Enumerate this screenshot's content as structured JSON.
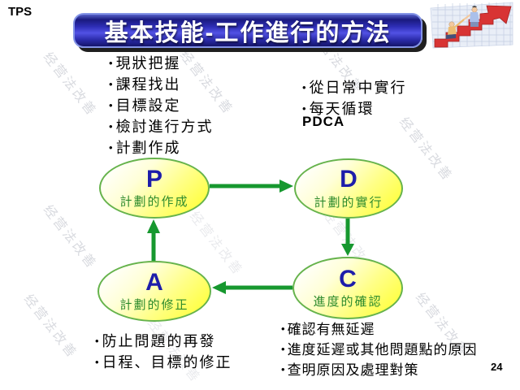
{
  "slide": {
    "corner_label": "TPS",
    "title": "基本技能-工作進行的方法",
    "page_number": "24",
    "watermark_text": "经营法改善",
    "bullet_char": "•",
    "pdca_note": "PDCA"
  },
  "lists": {
    "plan_top": [
      "現狀把握",
      "課程找出",
      "目標設定",
      "檢討進行方式",
      "計劃作成"
    ],
    "do_right": [
      "從日常中實行",
      "每天循環"
    ],
    "act_bottom_left": [
      "防止問題的再發",
      "日程、目標的修正"
    ],
    "check_bottom_right": [
      "確認有無延遲",
      "進度延遲或其他問題點的原因",
      "查明原因及處理對策"
    ]
  },
  "cycle": {
    "nodes": [
      {
        "letter": "P",
        "label": "計劃的作成"
      },
      {
        "letter": "D",
        "label": "計劃的實行"
      },
      {
        "letter": "C",
        "label": "進度的確認"
      },
      {
        "letter": "A",
        "label": "計劃的修正"
      }
    ]
  },
  "icons": {
    "clipart": "people-climbing-rising-arrow-chart"
  },
  "colors": {
    "title_banner_blue": "#2e2eb6",
    "title_text": "#ffffff",
    "ellipse_fill_yellow": "#ffff4d",
    "ellipse_border_green": "#66b34c",
    "node_letter_blue": "#1d1daa",
    "node_label_green": "#2e8b2e",
    "arrow_green": "#17982f",
    "watermark_gray": "#b9bcc6",
    "body_text": "#000000",
    "clipart_arrow_red": "#d83434"
  }
}
